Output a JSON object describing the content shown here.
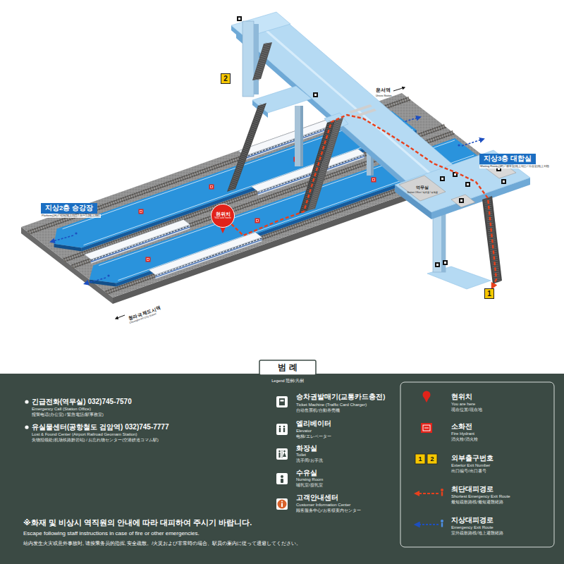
{
  "diagram": {
    "nodes": [
      {
        "text": [
          "2"
        ]
      },
      {
        "text": [
          "지상3층 대합실",
          "Waiting Room (3F) / 候车室(地上3层) / 待合室(地上3階)"
        ]
      },
      {
        "text": [
          "지상2층 승강장",
          "Platform(2F) / 站台(地上2层) / ホーム(地上2階)"
        ]
      },
      {
        "text": [
          "현위치",
          "You are here"
        ]
      },
      {
        "text": [
          "1"
        ]
      }
    ],
    "edges": [
      {
        "from": 3,
        "to": 4,
        "arrow": "to"
      }
    ],
    "labels": [
      "운서역",
      "Unseo Station",
      "역무실",
      "Station Office / 站务室 / 駅務室",
      "청라국제도시역",
      "Cheongna Int'l City Station",
      "범 례",
      "Legend 范例/凡例",
      "긴급전화(역무실) 032)745-7570",
      "Emergency Call (Station Office)",
      "报警电话(办公室) / 緊急電話(駅事務室)",
      "유실물센터(공항철도 검암역) 032)745-7777",
      "Lost & Found Center (Airport Railroad Geomam Station)",
      "失物招领处(机场铁路黔岩站) / お忘れ物センター(空港鉄道コマム駅)",
      "Ticket Machine (Traffic Card Charger)",
      "自动售票机/自動券売機",
      "Elevator",
      "电梯/エレベーター",
      "Toilet",
      "洗手间/お手洗",
      "Nursing Room",
      "哺乳室/授乳室",
      "Customer Information Center",
      "顾客服务中心/お客様案内センター",
      "You are here",
      "现在位置/現在地",
      "Fire Hydrant",
      "消火栓/消火栓",
      "1",
      "2",
      "Exterior Exit Number",
      "出口编号/出口番号",
      "Shortest Emergency Exit Route",
      "最短疏散路线/最短避難経路",
      "Emergency Exit Route",
      "室外疏散路线/地上避難経路",
      "※화재 및 비상시 역직원의 안내에 따라 대피하여 주시기 바랍니다.",
      "Escape following staff instructions in case of fire or other emergencies.",
      "站内发生火灾或意外事故时, 请按乘务员的指挥, 安全疏散。/火災および非常時の場合、駅員の案内に従って退避してください。"
    ],
    "legend": [
      {
        "text": "승차권발매기(교통카드충전)"
      },
      {
        "text": "엘리베이터"
      },
      {
        "text": "화장실"
      },
      {
        "text": "수유실"
      },
      {
        "text": "고객안내센터"
      },
      {
        "text": "현위치"
      },
      {
        "text": "소화전"
      },
      {
        "text": "외부출구번호"
      },
      {
        "text": "최단대피경로"
      },
      {
        "text": "지상대피경로"
      }
    ]
  }
}
